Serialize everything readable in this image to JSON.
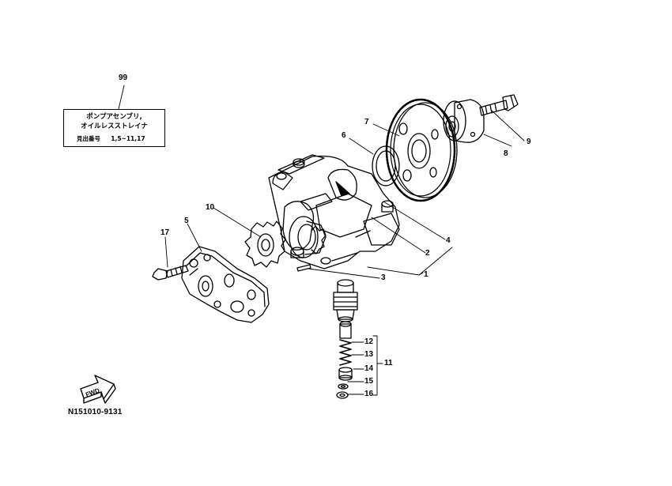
{
  "callouts": {
    "n1": "1",
    "n2": "2",
    "n3": "3",
    "n4": "4",
    "n5": "5",
    "n6": "6",
    "n7": "7",
    "n8": "8",
    "n9": "9",
    "n10": "10",
    "n11": "11",
    "n12": "12",
    "n13": "13",
    "n14": "14",
    "n15": "15",
    "n16": "16",
    "n17": "17",
    "n99": "99"
  },
  "box99": {
    "line1": "ポンプアセンブリ,",
    "line2": "オイルレスストレイナ",
    "ref_label": "見出番号",
    "ref_value": "1,5~11,17"
  },
  "fwd_label": "FWD",
  "diagram_code": "N151010-9131"
}
